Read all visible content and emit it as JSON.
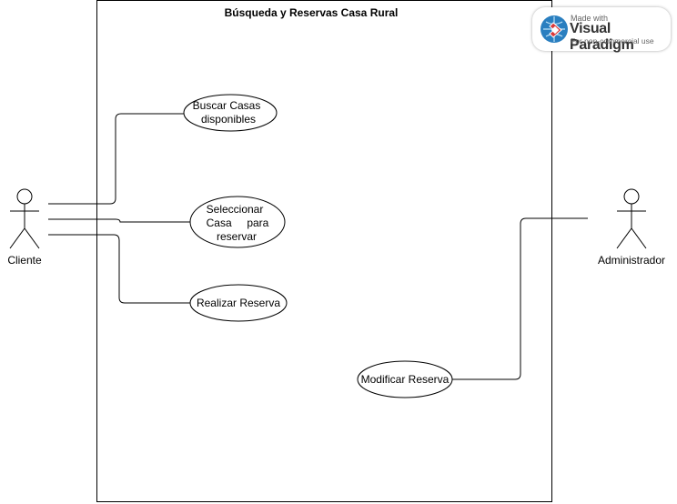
{
  "system": {
    "title": "Búsqueda y Reservas Casa Rural"
  },
  "actors": {
    "cliente": "Cliente",
    "administrador": "Administrador"
  },
  "use_cases": {
    "buscar": [
      "Buscar Casas",
      "disponibles"
    ],
    "seleccionar": [
      "Seleccionar",
      "Casa     para",
      "reservar"
    ],
    "realizar": "Realizar Reserva",
    "modificar": "Modificar Reserva"
  },
  "watermark": {
    "made_with": "Made with",
    "brand": "Visual Paradigm",
    "note": "For non-commercial use"
  }
}
